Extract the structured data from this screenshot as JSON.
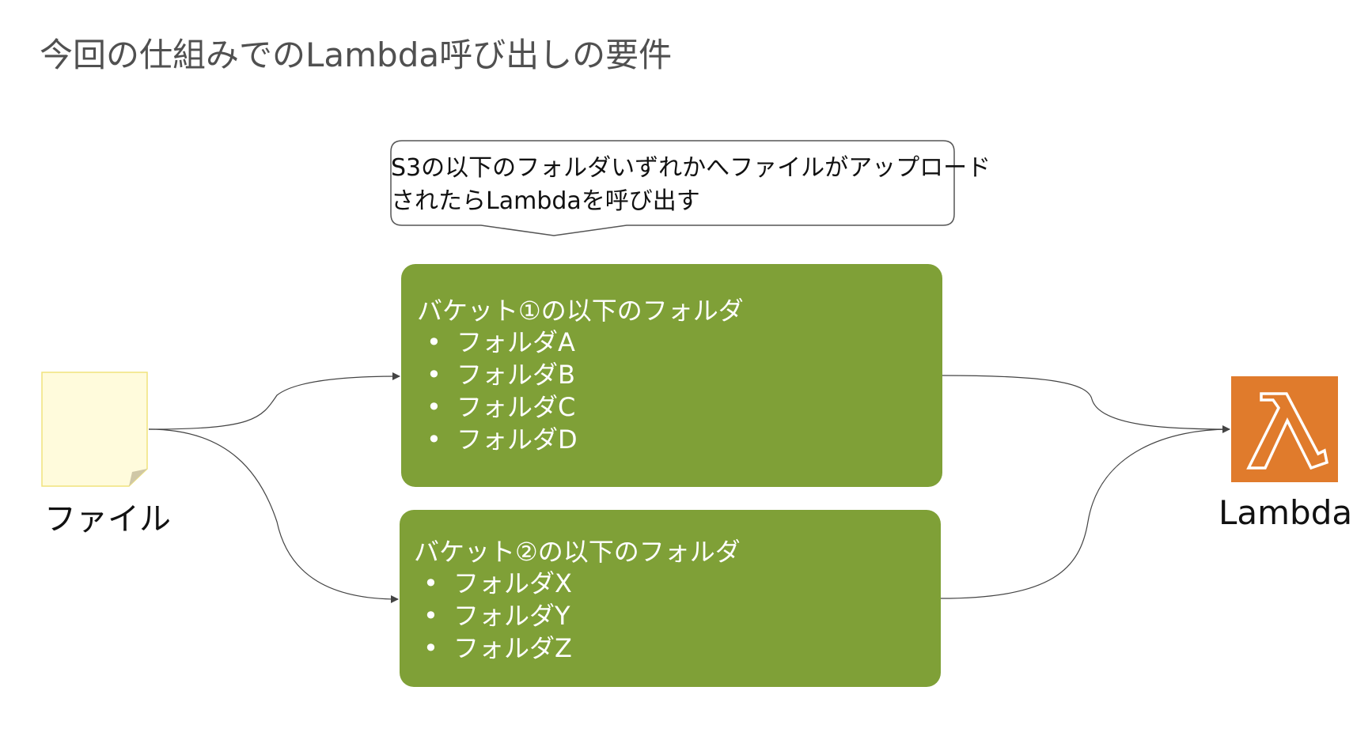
{
  "title": "今回の仕組みでのLambda呼び出しの要件",
  "callout": {
    "line1": "S3の以下のフォルダいずれかへファイルがアップロード",
    "line2": "されたらLambdaを呼び出す"
  },
  "file": {
    "label": "ファイル"
  },
  "bucket1": {
    "heading": "バケット①の以下のフォルダ",
    "folders": [
      "フォルダA",
      "フォルダB",
      "フォルダC",
      "フォルダD"
    ]
  },
  "bucket2": {
    "heading": "バケット②の以下のフォルダ",
    "folders": [
      "フォルダX",
      "フォルダY",
      "フォルダZ"
    ]
  },
  "lambda": {
    "label": "Lambda",
    "icon": "lambda-icon"
  },
  "colors": {
    "box_fill": "#7fa037",
    "lambda_fill": "#e07b2c",
    "file_fill": "#fffbdc",
    "file_stroke": "#f1e37c",
    "connector": "#444444"
  }
}
